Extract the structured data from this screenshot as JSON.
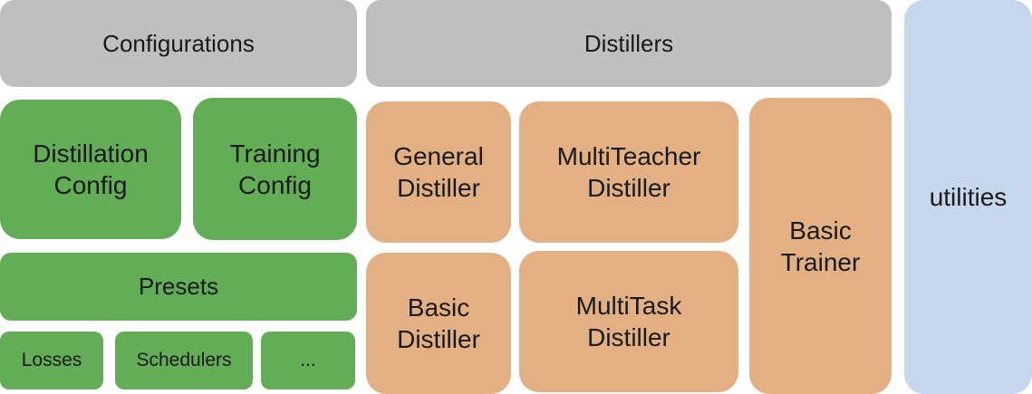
{
  "configurations": {
    "header": "Configurations",
    "distillation_config": "Distillation\nConfig",
    "training_config": "Training\nConfig",
    "presets": "Presets",
    "losses": "Losses",
    "schedulers": "Schedulers",
    "more": "..."
  },
  "distillers": {
    "header": "Distillers",
    "general_distiller": "General\nDistiller",
    "multiteacher_distiller": "MultiTeacher\nDistiller",
    "basic_distiller": "Basic\nDistiller",
    "multitask_distiller": "MultiTask\nDistiller",
    "basic_trainer": "Basic\nTrainer"
  },
  "utilities": {
    "label": "utilities"
  },
  "colors": {
    "gray": "#bfbfbf",
    "green": "#62ad55",
    "orange": "#e3b083",
    "blue": "#c5d8ee"
  }
}
